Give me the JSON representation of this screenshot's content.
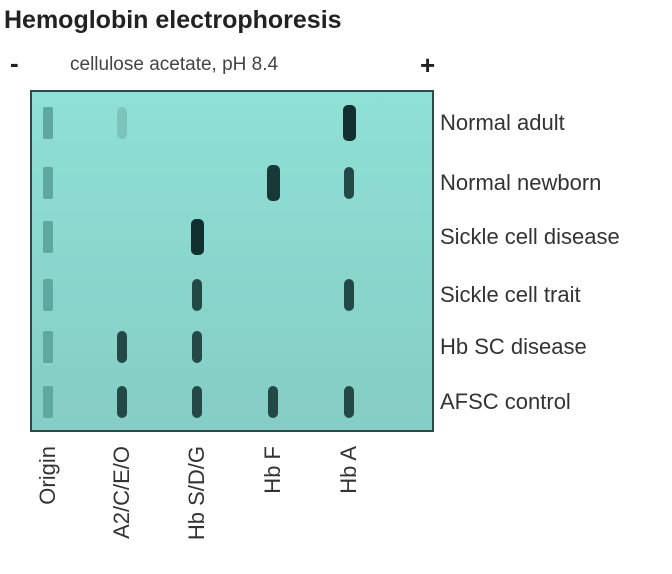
{
  "title": "Hemoglobin electrophoresis",
  "subtitle": "cellulose acetate, pH 8.4",
  "cathode_label": "-",
  "anode_label": "+",
  "lanes": [
    "Origin",
    "A2/C/E/O",
    "Hb S/D/G",
    "Hb F",
    "Hb A"
  ],
  "rows": [
    "Normal adult",
    "Normal newborn",
    "Sickle cell disease",
    "Sickle cell trait",
    "Hb SC disease",
    "AFSC control"
  ],
  "bands": [
    {
      "row": 0,
      "lane": 0,
      "intensity": 0.35
    },
    {
      "row": 0,
      "lane": 1,
      "intensity": 0.08
    },
    {
      "row": 0,
      "lane": 4,
      "intensity": 1.0
    },
    {
      "row": 1,
      "lane": 0,
      "intensity": 0.35
    },
    {
      "row": 1,
      "lane": 3,
      "intensity": 0.95
    },
    {
      "row": 1,
      "lane": 4,
      "intensity": 0.85
    },
    {
      "row": 2,
      "lane": 0,
      "intensity": 0.35
    },
    {
      "row": 2,
      "lane": 2,
      "intensity": 1.0
    },
    {
      "row": 3,
      "lane": 0,
      "intensity": 0.35
    },
    {
      "row": 3,
      "lane": 2,
      "intensity": 0.85
    },
    {
      "row": 3,
      "lane": 4,
      "intensity": 0.85
    },
    {
      "row": 4,
      "lane": 0,
      "intensity": 0.35
    },
    {
      "row": 4,
      "lane": 1,
      "intensity": 0.85
    },
    {
      "row": 4,
      "lane": 2,
      "intensity": 0.85
    },
    {
      "row": 5,
      "lane": 0,
      "intensity": 0.35
    },
    {
      "row": 5,
      "lane": 1,
      "intensity": 0.85
    },
    {
      "row": 5,
      "lane": 2,
      "intensity": 0.85
    },
    {
      "row": 5,
      "lane": 3,
      "intensity": 0.85
    },
    {
      "row": 5,
      "lane": 4,
      "intensity": 0.85
    }
  ],
  "colors": {
    "gel": "#8fe0d6",
    "band": "#12302f",
    "origin_band": "#5fa8a0",
    "border": "#2c4a48"
  }
}
